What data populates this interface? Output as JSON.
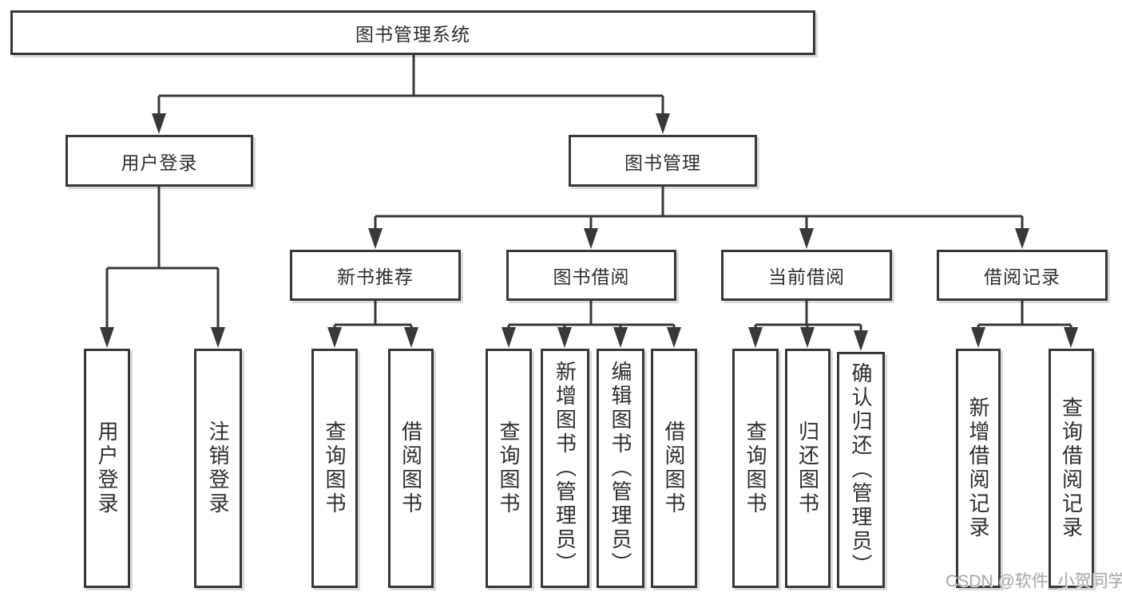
{
  "diagram": {
    "root": {
      "label": "图书管理系统"
    },
    "branches": [
      {
        "label": "用户登录",
        "children": [
          {
            "label": "用户登录"
          },
          {
            "label": "注销登录"
          }
        ]
      },
      {
        "label": "图书管理",
        "sections": [
          {
            "label": "新书推荐",
            "children": [
              {
                "label": "查询图书"
              },
              {
                "label": "借阅图书"
              }
            ]
          },
          {
            "label": "图书借阅",
            "children": [
              {
                "label": "查询图书"
              },
              {
                "label": "新增图书（管理员）"
              },
              {
                "label": "编辑图书（管理员）"
              },
              {
                "label": "借阅图书"
              }
            ]
          },
          {
            "label": "当前借阅",
            "children": [
              {
                "label": "查询图书"
              },
              {
                "label": "归还图书"
              },
              {
                "label": "确认归还（管理员）"
              }
            ]
          },
          {
            "label": "借阅记录",
            "children": [
              {
                "label": "新增借阅记录"
              },
              {
                "label": "查询借阅记录"
              }
            ]
          }
        ]
      }
    ]
  },
  "watermark": {
    "text": "CSDN @软件_小贺同学"
  },
  "colors": {
    "line": "#383838",
    "box_border": "#383838",
    "box_fill": "#ffffff",
    "text": "#2e2e2e",
    "watermark": "#ababab"
  }
}
